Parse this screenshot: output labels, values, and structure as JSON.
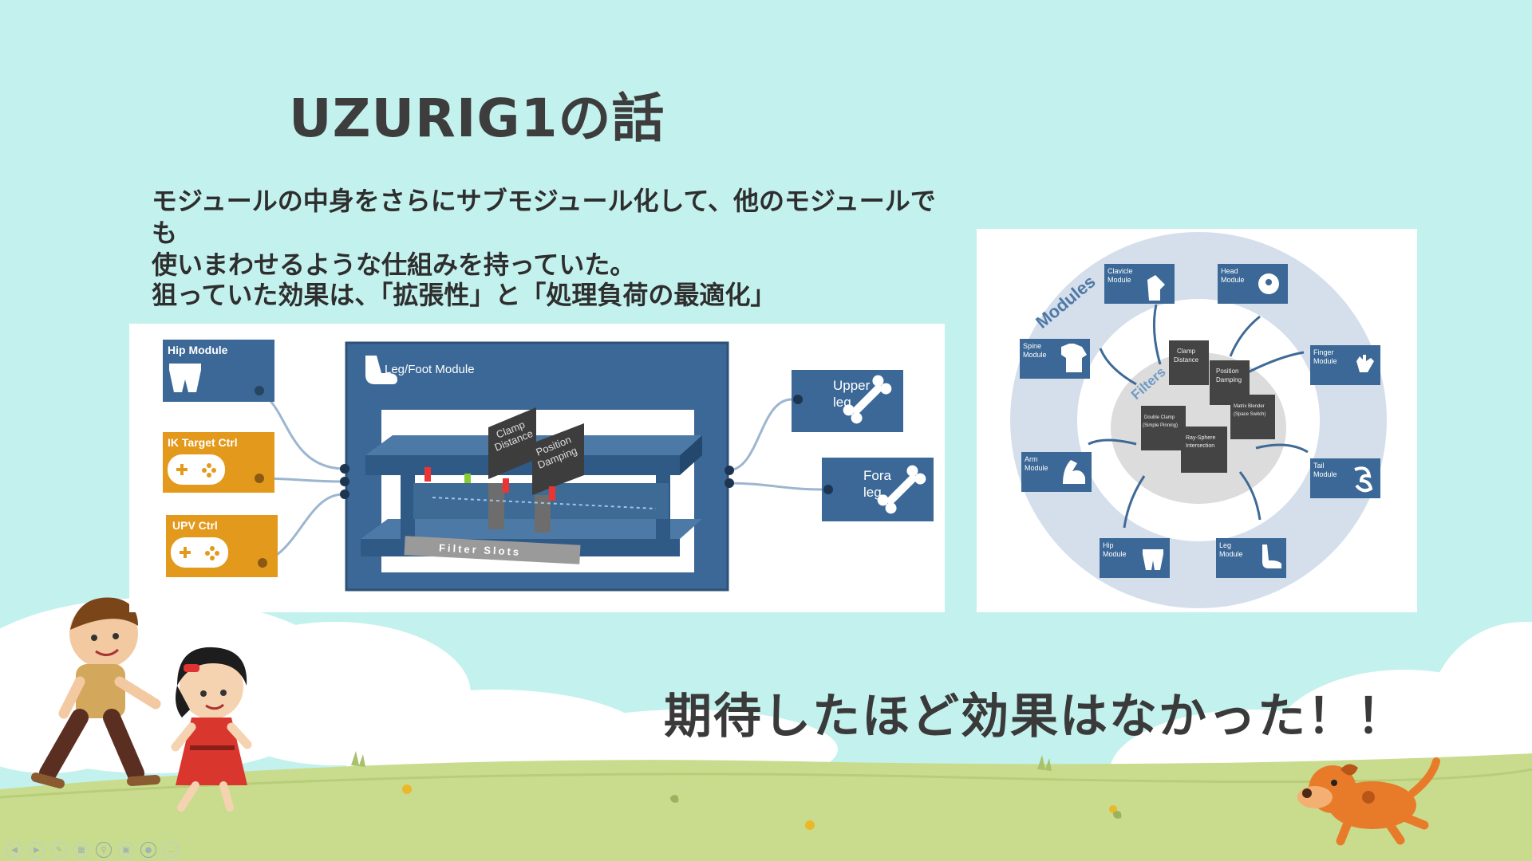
{
  "slide": {
    "title": "UZURIG1の話",
    "body_line1": "モジュールの中身をさらにサブモジュール化して、他のモジュールでも",
    "body_line2": "使いまわせるような仕組みを持っていた。",
    "body_line3": "狙っていた効果は、「拡張性」と「処理負荷の最適化」",
    "conclusion": "期待したほど効果はなかった！！"
  },
  "left_diagram": {
    "hip_module": "Hip Module",
    "ik_target": "IK Target Ctrl",
    "upv_ctrl": "UPV Ctrl",
    "leg_foot_module": "Leg/Foot Module",
    "clamp_distance": "Clamp Distance",
    "position_damping": "Position Damping",
    "filter_slots": "Filter Slots",
    "upper_leg": "Upper leg",
    "upper_leg_l1": "Upper",
    "upper_leg_l2": "leg",
    "fora_leg_l1": "Fora",
    "fora_leg_l2": "leg"
  },
  "right_diagram": {
    "modules_label": "Modules",
    "filters_label": "Filters",
    "modules": [
      {
        "l1": "Clavicle",
        "l2": "Module"
      },
      {
        "l1": "Head",
        "l2": "Module"
      },
      {
        "l1": "Spine",
        "l2": "Module"
      },
      {
        "l1": "Finger",
        "l2": "Module"
      },
      {
        "l1": "Arm",
        "l2": "Module"
      },
      {
        "l1": "Tail",
        "l2": "Module"
      },
      {
        "l1": "Hip",
        "l2": "Module"
      },
      {
        "l1": "Leg",
        "l2": "Module"
      }
    ],
    "filters": [
      {
        "l1": "Clamp",
        "l2": "Distance"
      },
      {
        "l1": "Position",
        "l2": "Damping"
      },
      {
        "l1": "Double Clamp",
        "l2": "(Simple Pinning)"
      },
      {
        "l1": "Matrix Blender",
        "l2": "(Space Switch)"
      },
      {
        "l1": "Ray-Sphere",
        "l2": "Intersection"
      }
    ]
  },
  "colors": {
    "background": "#c3f1ee",
    "module_blue": "#3b6897",
    "ctrl_orange": "#e39a1c",
    "grass": "#c9dc8e"
  }
}
